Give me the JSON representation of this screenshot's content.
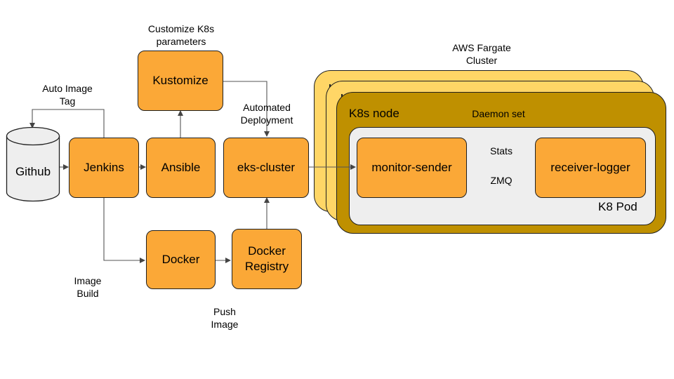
{
  "diagram": {
    "nodes": {
      "github": "Github",
      "jenkins": "Jenkins",
      "ansible": "Ansible",
      "kustomize": "Kustomize",
      "eks_cluster": "eks-cluster",
      "docker": "Docker",
      "docker_registry": "Docker Registry",
      "monitor_sender": "monitor-sender",
      "receiver_logger": "receiver-logger"
    },
    "containers": {
      "fargate_cluster": "AWS Fargate Cluster",
      "k8s_node": "K8s node",
      "daemon_set": "Daemon set",
      "k8_pod": "K8 Pod"
    },
    "edge_labels": {
      "auto_image_tag": "Auto Image Tag",
      "customize_k8s": "Customize K8s parameters",
      "automated_deployment": "Automated Deployment",
      "image_build": "Image Build",
      "push_image": "Push Image",
      "stats": "Stats",
      "zmq": "ZMQ"
    },
    "colors": {
      "component": "#fba837",
      "node_light": "#ffd666",
      "node_dark": "#bf9000",
      "pod": "#eeeeee",
      "github": "#eeeeee"
    }
  }
}
